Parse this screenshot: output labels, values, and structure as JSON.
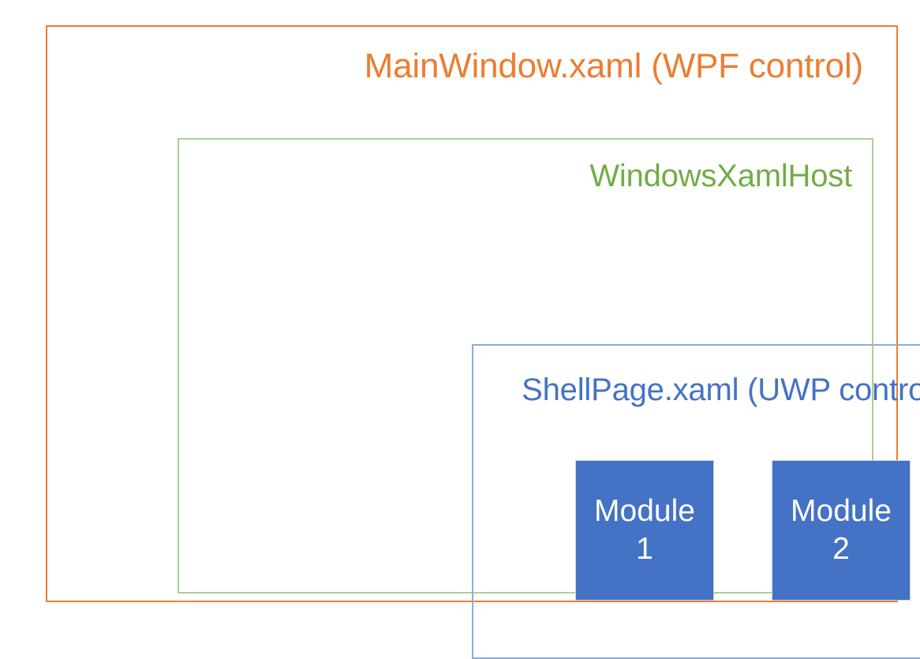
{
  "diagram": {
    "type": "nested-boxes",
    "background_color": "#FFFFFF",
    "outer": {
      "label": "MainWindow.xaml (WPF control)",
      "border_color": "#ED7D31",
      "text_color": "#ED7D31"
    },
    "middle": {
      "label": "WindowsXamlHost",
      "border_color": "#A9D18E",
      "text_color": "#70AD47"
    },
    "inner": {
      "label": "ShellPage.xaml (UWP control)",
      "border_color": "#8FAADC",
      "text_color": "#4472C4"
    },
    "modules": [
      {
        "name_line1": "Module",
        "name_line2": "1",
        "fill_color": "#4472C4",
        "text_color": "#FFFFFF"
      },
      {
        "name_line1": "Module",
        "name_line2": "2",
        "fill_color": "#4472C4",
        "text_color": "#FFFFFF"
      }
    ]
  }
}
